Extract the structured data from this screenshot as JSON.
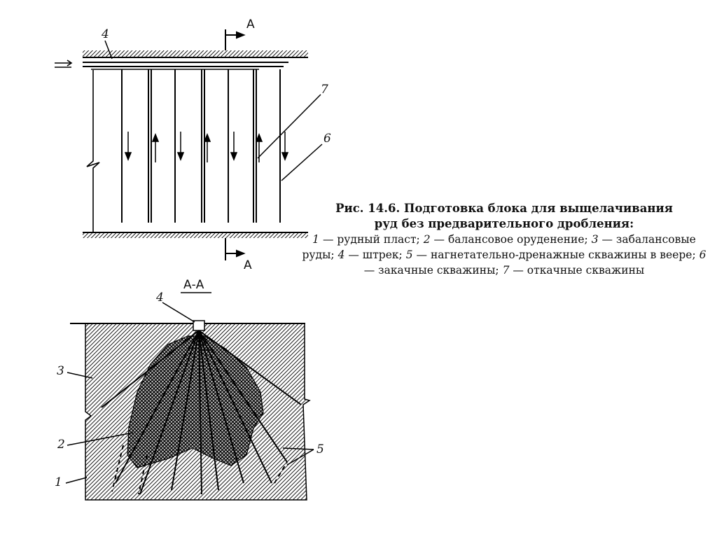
{
  "labels": {
    "top_4": "4",
    "top_7": "7",
    "top_6": "6",
    "section_top": "A",
    "section_bottom": "A",
    "section_title": "А-А",
    "bot_4": "4",
    "bot_3": "3",
    "bot_2": "2",
    "bot_1": "1",
    "bot_5": "5"
  },
  "caption": {
    "title_line1": "Рис. 14.6. Подготовка блока для выщелачивания",
    "title_line2": "руд без предварительного дробления:",
    "items": [
      {
        "num": "1",
        "text": " — рудный пласт; "
      },
      {
        "num": "2",
        "text": " — балансовое оруденение; "
      },
      {
        "num": "3",
        "text": " — забалансовые руды; "
      },
      {
        "num": "4",
        "text": " — штрек; "
      },
      {
        "num": "5",
        "text": " — нагнетательно-дренажные скважины в веере; "
      },
      {
        "num": "6",
        "text": " — закачные скважины; "
      },
      {
        "num": "7",
        "text": " — откачные скважины"
      }
    ]
  }
}
